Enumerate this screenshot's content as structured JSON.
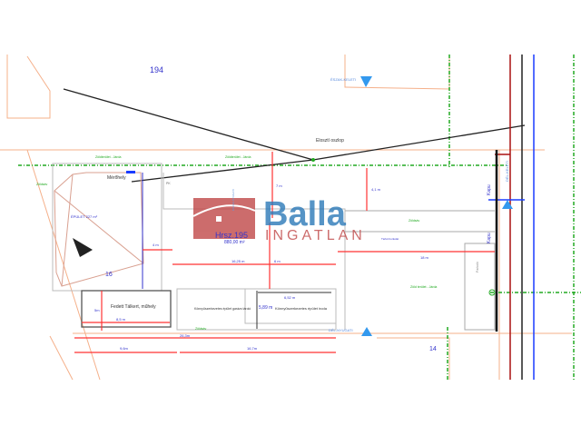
{
  "parcels": {
    "north": "194",
    "main_lot": "Hrsz.195",
    "main_area": "880,00 m²",
    "west": "16",
    "south": "14"
  },
  "labels": {
    "pole": "Elosztí oszlop",
    "meter": "Mérőhely",
    "building": "ÉPÜLET 227 m²",
    "workshop": "Fedett Tálkert, műhely",
    "structure1": "Könnyűszerkezetes épület garázs tároló",
    "structure2": "Könnyűszerkezetes épület iroda",
    "gate1": "Kapu",
    "gate2": "Kapu",
    "parking": "Parkoló",
    "green1": "Zöldterület - Járda",
    "green2": "Zöldterület - Járda",
    "green3": "Zöldsáv",
    "green4": "Zöldsáv",
    "green5": "Zöld terület - Járda",
    "green6": "Zöldsáv",
    "paved": "Térkő burkolat",
    "northeast": "ÉSZAK-KELETI",
    "southwest": "DÉL-NYUGATI",
    "southeast": "DÉL-KELETI",
    "northwest": "ÉSZAK-NYUGATI",
    "pk": "PK"
  },
  "dimensions": {
    "d7": "7 m",
    "d41": "4,1 m",
    "d4": "4 m",
    "d1625": "16,25 m",
    "d6": "6 m",
    "d18": "18 m",
    "d652": "6,52 m",
    "d589": "5,89 m",
    "d5": "5m",
    "d85": "8,5 m",
    "d263": "26,3m",
    "d96": "9,6m",
    "d167": "16,7m"
  },
  "watermark": {
    "brand": "Balla",
    "sub": "INGATLAN"
  },
  "colors": {
    "dim": "#ff3333",
    "parcel": "#f5b08a",
    "green": "#22aa22",
    "blue": "#1a3cff",
    "red": "#aa1111",
    "text_blue": "#3333cc"
  }
}
